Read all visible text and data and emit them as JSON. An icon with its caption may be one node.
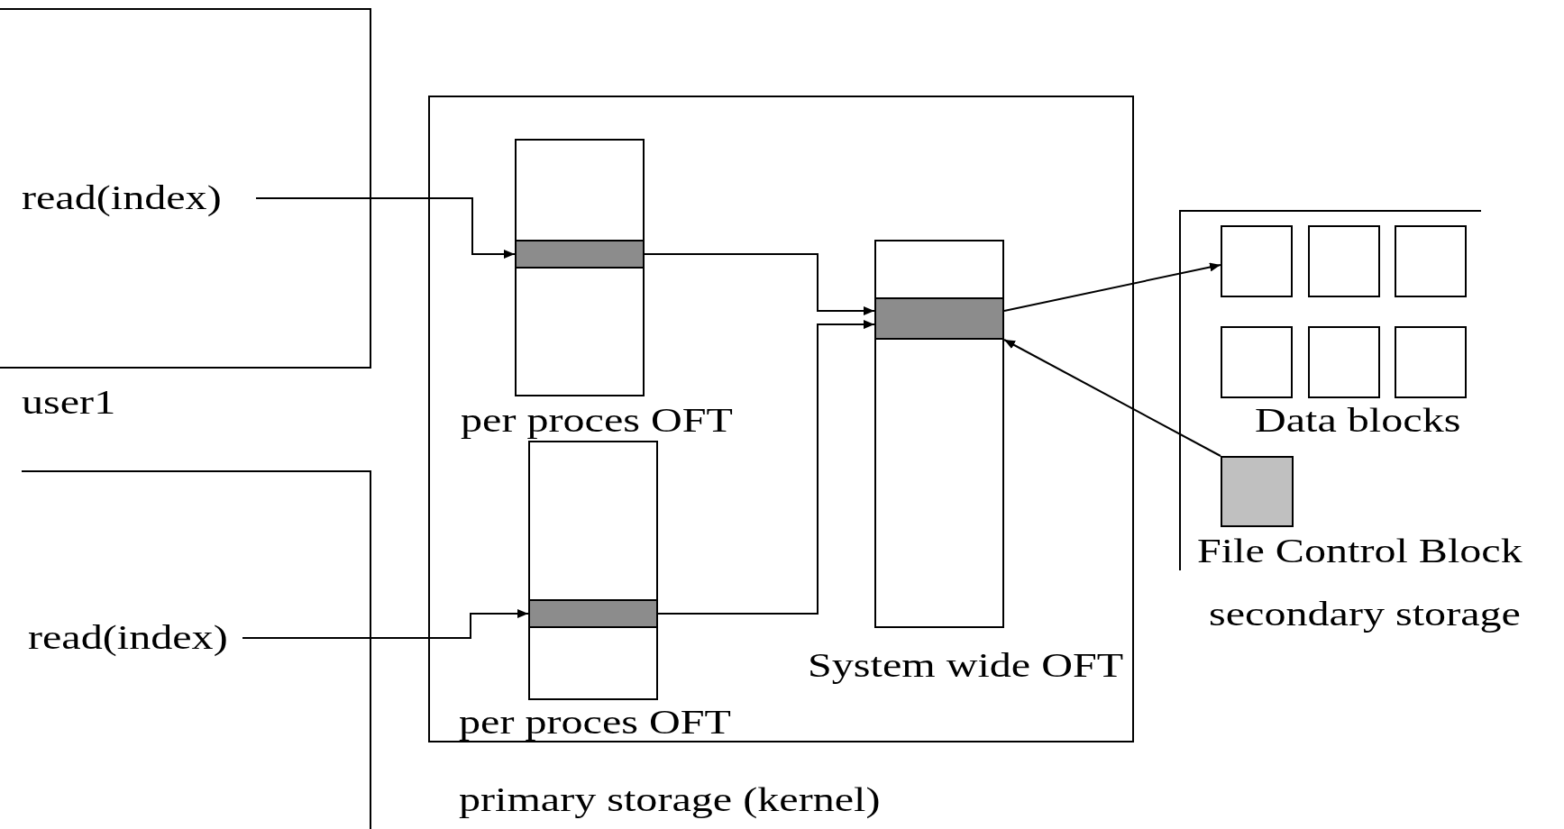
{
  "diagram": {
    "nodes": [
      {
        "text": [
          "user1"
        ]
      },
      {
        "text": [
          "read(index)"
        ],
        "in": 0
      },
      {
        "text": [],
        "shape": "box"
      },
      {
        "text": [
          "read(index)"
        ],
        "in": 2
      },
      {
        "text": [
          "primary storage (kernel)"
        ]
      },
      {
        "text": [
          "per proces OFT"
        ],
        "in": 4
      },
      {
        "text": [],
        "shape": "bar",
        "in": 5
      },
      {
        "text": [
          "per proces OFT"
        ],
        "in": 4
      },
      {
        "text": [],
        "shape": "bar",
        "in": 7
      },
      {
        "text": [
          "System wide OFT"
        ],
        "in": 4
      },
      {
        "text": [],
        "shape": "bar",
        "in": 9
      },
      {
        "text": [
          "secondary storage"
        ]
      },
      {
        "text": [],
        "shape": "box",
        "in": 11
      },
      {
        "text": [],
        "shape": "box",
        "in": 11
      },
      {
        "text": [],
        "shape": "box",
        "in": 11
      },
      {
        "text": [],
        "shape": "box",
        "in": 11
      },
      {
        "text": [],
        "shape": "box",
        "in": 11
      },
      {
        "text": [],
        "shape": "box",
        "in": 11
      },
      {
        "text": [
          "File Control Block"
        ],
        "in": 11
      }
    ],
    "edges": [
      {
        "from": 1,
        "to": 6,
        "arrow": "to"
      },
      {
        "from": 3,
        "to": 8,
        "arrow": "to"
      },
      {
        "from": 6,
        "to": 10,
        "arrow": "to"
      },
      {
        "from": 8,
        "to": 10,
        "arrow": "to"
      },
      {
        "from": 10,
        "to": 12,
        "arrow": "to"
      },
      {
        "from": 18,
        "to": 10,
        "arrow": "to"
      }
    ],
    "labels": [
      "Data blocks"
    ]
  }
}
